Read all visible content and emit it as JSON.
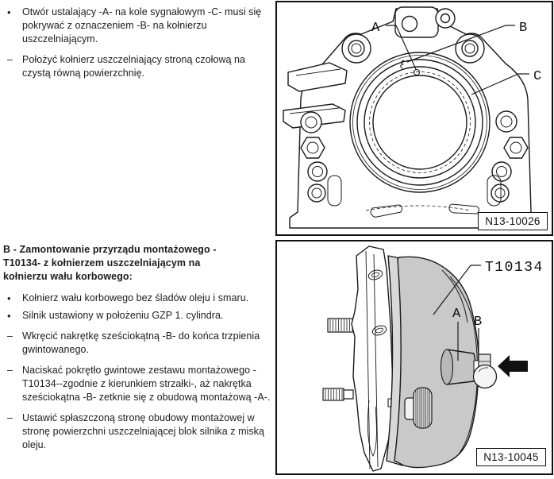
{
  "colors": {
    "line": "#1a1a1a",
    "tool_fill": "#c9c9c9",
    "tool_fill_dark": "#b8b8b8",
    "tool_fill_light": "#d8d8d8",
    "arrow": "#111111"
  },
  "instructions_top": {
    "items": [
      {
        "marker": "•",
        "text": "Otwór ustalający -A- na kole sygnałowym -C- musi się pokrywać z oznaczeniem -B- na kołnierzu uszczelniającym."
      },
      {
        "marker": "–",
        "text": "Położyć kołnierz uszczelniający stroną czołową na czystą równą powierzchnię."
      }
    ]
  },
  "instructions_bottom": {
    "heading": "B - Zamontowanie przyrządu montażowego -T10134- z kołnierzem uszczelniającym na kołnierzu wału korbowego:",
    "items": [
      {
        "marker": "•",
        "text": "Kołnierz wału korbowego bez śladów oleju i smaru."
      },
      {
        "marker": "•",
        "text": "Silnik ustawiony w położeniu GZP 1. cylindra."
      },
      {
        "marker": "–",
        "text": "Wkręcić nakrętkę sześciokątną -B- do końca trzpienia gwintowanego."
      },
      {
        "marker": "–",
        "text": "Naciskać pokrętło gwintowe zestawu montażowego -T10134--zgodnie z kierunkiem strzałki-, aż nakrętka sześciokątna -B- zetknie się z obudową montażową -A-."
      },
      {
        "marker": "–",
        "text": "Ustawić spłaszczoną stronę obudowy montażowej w stronę powierzchni uszczelniającej blok silnika z miską oleju."
      }
    ]
  },
  "figure_seal_flange": {
    "label_a": "A",
    "label_b": "B",
    "label_c": "C",
    "part_number": "N13-10026"
  },
  "figure_assembly_tool": {
    "label_tool": "T10134",
    "label_a": "A",
    "label_b": "B",
    "part_number": "N13-10045"
  }
}
